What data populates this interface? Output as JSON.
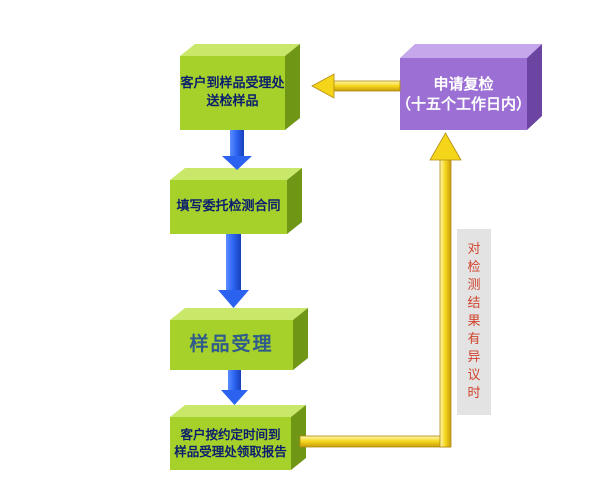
{
  "steps": [
    {
      "id": "deliver",
      "lines": [
        "客户到样品受理处",
        "送检样品"
      ]
    },
    {
      "id": "contract",
      "lines": [
        "填写委托检测合同"
      ]
    },
    {
      "id": "accept",
      "lines": [
        "样品受理"
      ]
    },
    {
      "id": "pickup",
      "lines": [
        "客户按约定时间到",
        "样品受理处领取报告"
      ]
    }
  ],
  "recheck": {
    "lines": [
      "申请复检",
      "（十五个工作日内）"
    ]
  },
  "note": {
    "chars": [
      "对",
      "检",
      "测",
      "结",
      "果",
      "有",
      "异",
      "议",
      "时"
    ]
  },
  "colors": {
    "box_front": "#a6d12a",
    "box_top": "#c9e86a",
    "box_side": "#6f9614",
    "recheck_front": "#9b6fd3",
    "recheck_top": "#c7a7ec",
    "recheck_side": "#6c45a3",
    "arrow_blue": "#2b63f0",
    "arrow_gold": "#f5d51a",
    "arrow_gold_edge": "#b08a10",
    "note_text": "#d0432c"
  }
}
